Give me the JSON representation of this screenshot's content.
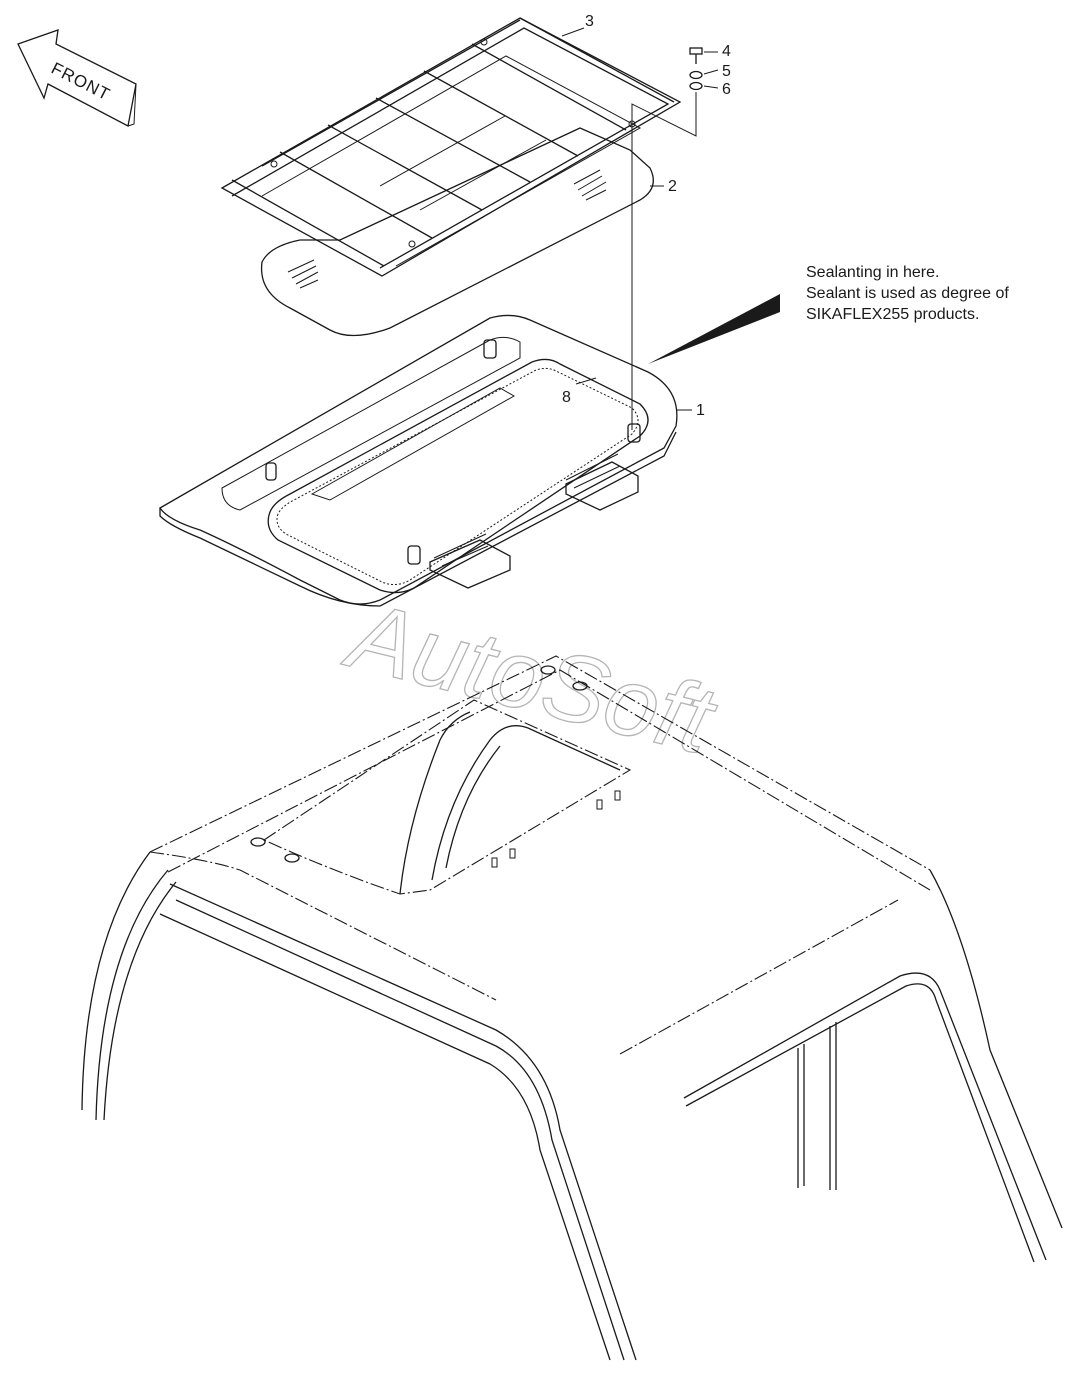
{
  "front_label": "FRONT",
  "watermark": "AutoSoft",
  "note": {
    "lines": [
      "Sealanting in here.",
      "Sealant is used as degree of",
      "SIKAFLEX255 products."
    ]
  },
  "callouts": [
    {
      "id": "1",
      "label": "1"
    },
    {
      "id": "2",
      "label": "2"
    },
    {
      "id": "3",
      "label": "3"
    },
    {
      "id": "4",
      "label": "4"
    },
    {
      "id": "5",
      "label": "5"
    },
    {
      "id": "6",
      "label": "6"
    },
    {
      "id": "8",
      "label": "8"
    }
  ]
}
